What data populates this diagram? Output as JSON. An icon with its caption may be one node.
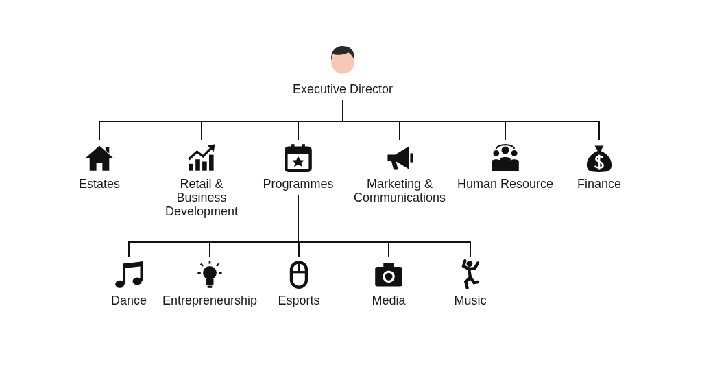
{
  "diagram": {
    "nodes": [
      {
        "text": [
          "Executive Director"
        ]
      },
      {
        "text": [
          "Estates"
        ]
      },
      {
        "text": [
          "Retail & Business Development"
        ]
      },
      {
        "text": [
          "Programmes"
        ]
      },
      {
        "text": [
          "Marketing & Communications"
        ]
      },
      {
        "text": [
          "Human Resource"
        ]
      },
      {
        "text": [
          "Finance"
        ]
      },
      {
        "text": [
          "Dance"
        ]
      },
      {
        "text": [
          "Entrepreneurship"
        ]
      },
      {
        "text": [
          "Esports"
        ]
      },
      {
        "text": [
          "Media"
        ]
      },
      {
        "text": [
          "Music"
        ]
      }
    ],
    "edges": [
      {
        "from": 0,
        "to": 1,
        "arrow": "none"
      },
      {
        "from": 0,
        "to": 2,
        "arrow": "none"
      },
      {
        "from": 0,
        "to": 3,
        "arrow": "none"
      },
      {
        "from": 0,
        "to": 4,
        "arrow": "none"
      },
      {
        "from": 0,
        "to": 5,
        "arrow": "none"
      },
      {
        "from": 0,
        "to": 6,
        "arrow": "none"
      },
      {
        "from": 3,
        "to": 7,
        "arrow": "none"
      },
      {
        "from": 3,
        "to": 8,
        "arrow": "none"
      },
      {
        "from": 3,
        "to": 9,
        "arrow": "none"
      },
      {
        "from": 3,
        "to": 10,
        "arrow": "none"
      },
      {
        "from": 3,
        "to": 11,
        "arrow": "none"
      }
    ]
  }
}
